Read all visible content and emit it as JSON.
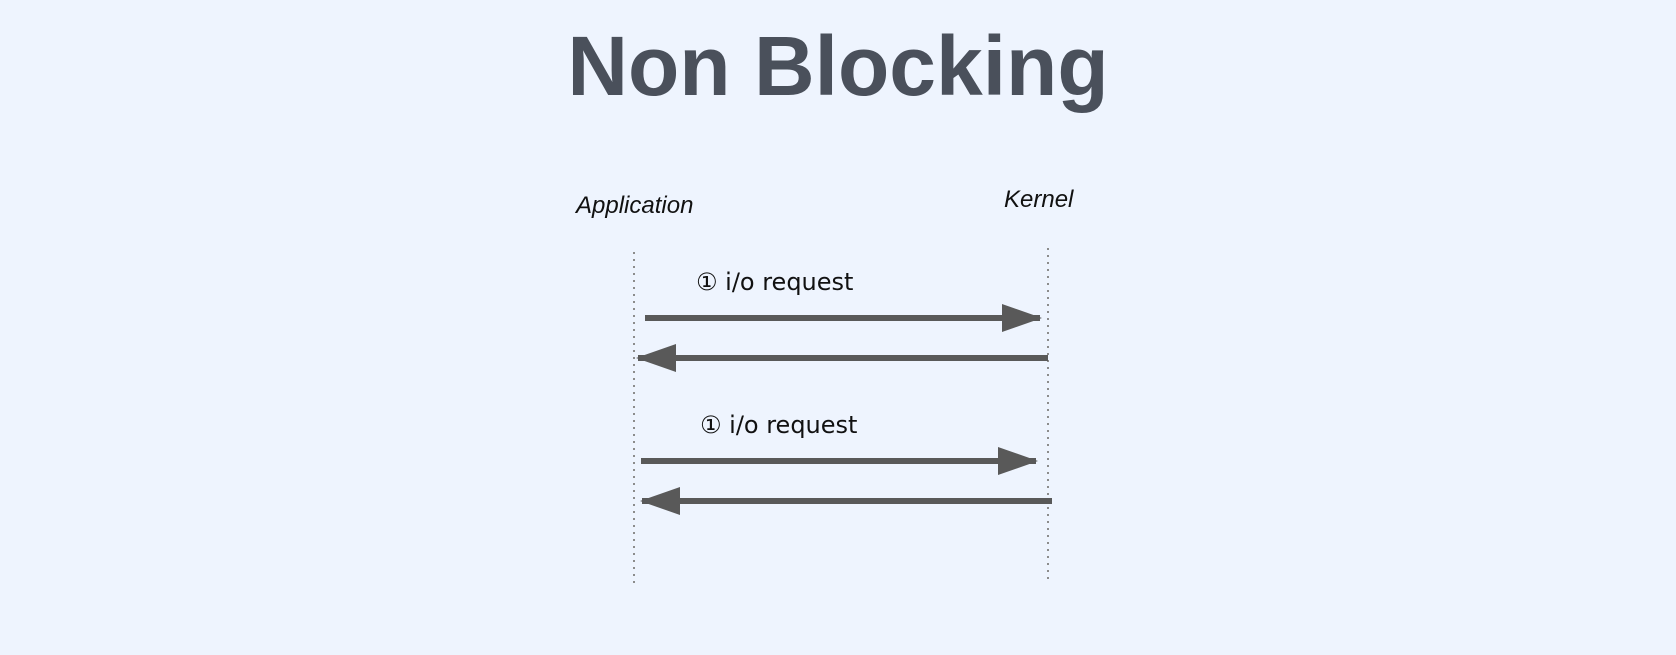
{
  "diagram": {
    "title": "Non Blocking",
    "actors": {
      "application": "Application",
      "kernel": "Kernel"
    },
    "messages": [
      {
        "label": "① i/o request",
        "direction": "application-to-kernel"
      },
      {
        "label": "",
        "direction": "kernel-to-application"
      },
      {
        "label": "① i/o request",
        "direction": "application-to-kernel"
      },
      {
        "label": "",
        "direction": "kernel-to-application"
      }
    ]
  },
  "colors": {
    "background": "#EEF4FE",
    "title": "#4A505B",
    "text": "#111111",
    "arrow": "#595959",
    "lifeline": "#8C8C8C"
  }
}
